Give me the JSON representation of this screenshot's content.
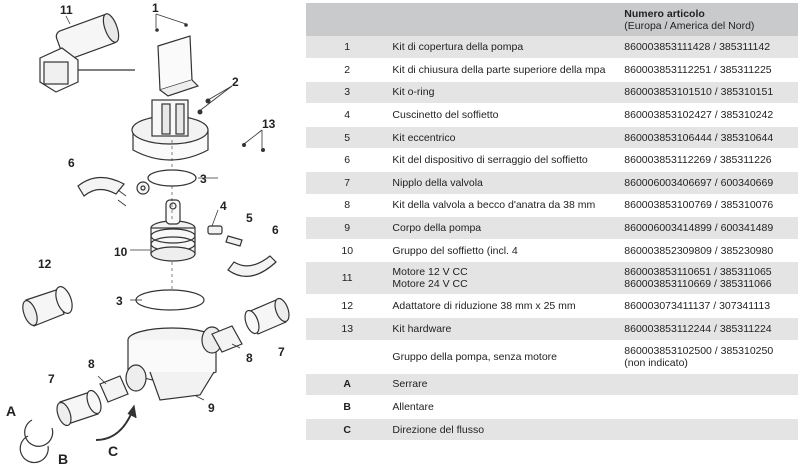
{
  "diagram": {
    "callouts": [
      "11",
      "1",
      "2",
      "13",
      "6",
      "3",
      "4",
      "5",
      "6",
      "10",
      "12",
      "3",
      "8",
      "7",
      "7",
      "8",
      "9",
      "A",
      "B",
      "C"
    ]
  },
  "table": {
    "header": {
      "col1": "",
      "col2": "",
      "col3_line1": "Numero articolo",
      "col3_line2": "(Europa / America del Nord)"
    },
    "rows": [
      {
        "num": "1",
        "desc": "Kit di copertura della pompa",
        "art": "860003853111428 / 385311142"
      },
      {
        "num": "2",
        "desc": "Kit di chiusura della parte superiore della mpa",
        "art": "860003853112251 / 385311225"
      },
      {
        "num": "3",
        "desc": "Kit o-ring",
        "art": "860003853101510 / 385310151"
      },
      {
        "num": "4",
        "desc": "Cuscinetto del soffietto",
        "art": "860003853102427 / 385310242"
      },
      {
        "num": "5",
        "desc": "Kit eccentrico",
        "art": "860003853106444 / 385310644"
      },
      {
        "num": "6",
        "desc": "Kit del dispositivo di serraggio del soffietto",
        "art": "860003853112269 / 385311226"
      },
      {
        "num": "7",
        "desc": "Nipplo della valvola",
        "art": "860006003406697 / 600340669"
      },
      {
        "num": "8",
        "desc": "Kit della valvola a becco d'anatra da 38 mm",
        "art": "860003853100769 / 385310076"
      },
      {
        "num": "9",
        "desc": "Corpo della pompa",
        "art": "860006003414899 / 600341489"
      },
      {
        "num": "10",
        "desc": "Gruppo del soffietto (incl. 4",
        "art": "860003852309809 / 385230980"
      },
      {
        "num": "11",
        "desc": "Motore 12 V CC",
        "desc2": "Motore 24 V CC",
        "art": "860003853110651 / 385311065",
        "art2": "860003853110669 / 385311066"
      },
      {
        "num": "12",
        "desc": "Adattatore di riduzione 38 mm x 25 mm",
        "art": "860003073411137 / 307341113"
      },
      {
        "num": "13",
        "desc": "Kit hardware",
        "art": "860003853112244 / 385311224"
      },
      {
        "num": "",
        "desc": "Gruppo della pompa, senza motore",
        "art": "860003853102500 / 385310250",
        "art2": "(non indicato)"
      },
      {
        "num": "A",
        "desc": "Serrare",
        "art": ""
      },
      {
        "num": "B",
        "desc": "Allentare",
        "art": ""
      },
      {
        "num": "C",
        "desc": "Direzione del flusso",
        "art": ""
      }
    ]
  }
}
